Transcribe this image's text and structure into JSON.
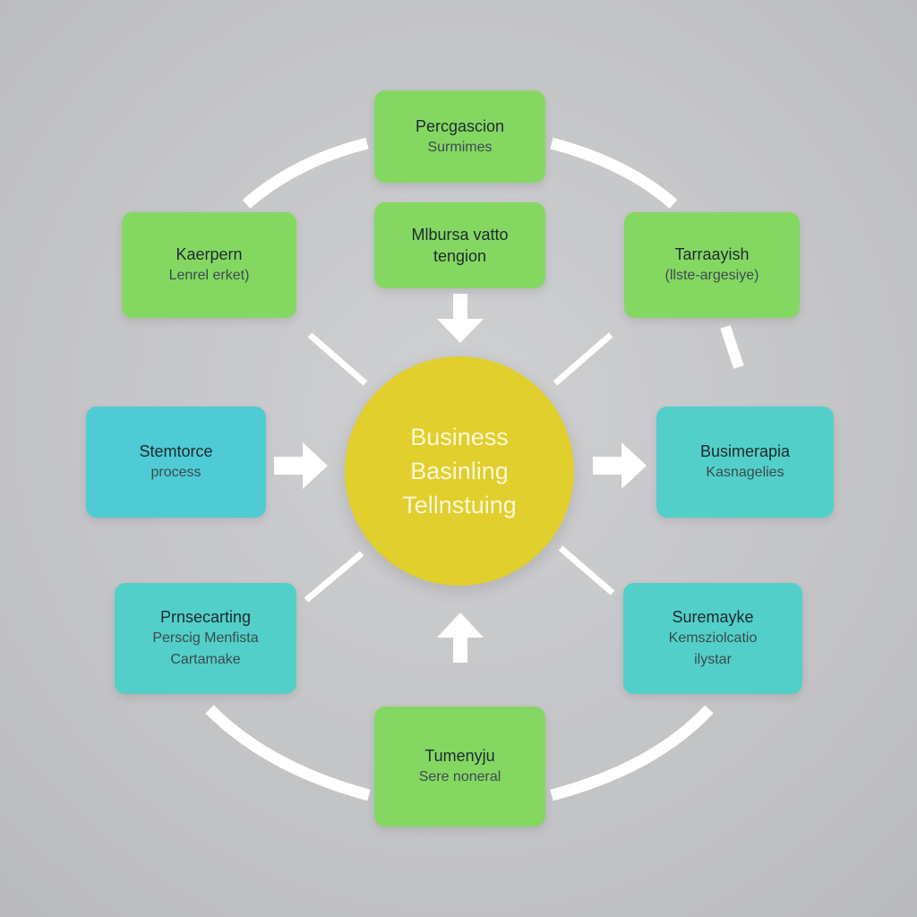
{
  "center": {
    "lines": [
      "Business",
      "Basinling",
      "Tellnstuing"
    ]
  },
  "nodes": {
    "top": {
      "title": "Percgascion",
      "sub": "Surmimes"
    },
    "upper_middle": {
      "title": "Mlbursa vatto",
      "sub": "tengion"
    },
    "upper_left": {
      "title": "Kaerpern",
      "sub": "Lenrel erket)"
    },
    "upper_right": {
      "title": "Tarraayish",
      "sub": "(llste-argesiye)"
    },
    "left": {
      "title": "Stemtorce",
      "sub": "process"
    },
    "right": {
      "title": "Busimerapia",
      "sub": "Kasnagelies"
    },
    "lower_left": {
      "title": "Prnsecarting",
      "sub1": "Perscig Menfista",
      "sub2": "Cartamake"
    },
    "lower_right": {
      "title": "Suremayke",
      "sub1": "Kemsziolcatio",
      "sub2": "ilystar"
    },
    "bottom": {
      "title": "Tumenyju",
      "sub": "Sere noneral"
    }
  },
  "colors": {
    "background": "#c3c4c6",
    "green_box": "#84d862",
    "teal_box": "#52cfc8",
    "cyan_box": "#4ecbd4",
    "center_circle": "#e0cf2c",
    "connector": "#ffffff"
  },
  "icons": [
    "arrow-right-icon",
    "arrow-down-icon",
    "arrow-up-icon"
  ]
}
